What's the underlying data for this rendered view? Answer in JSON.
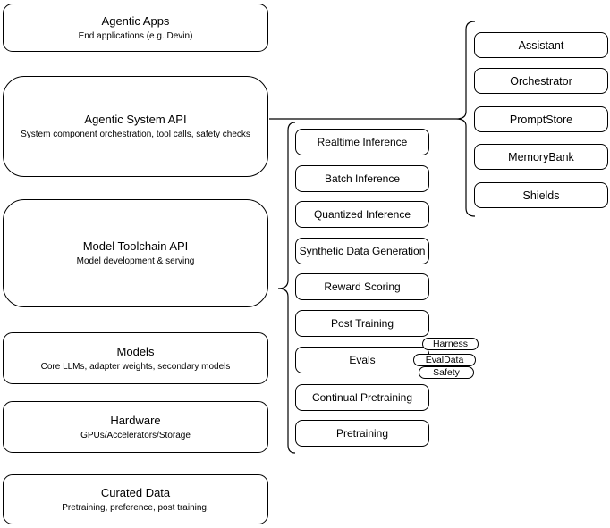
{
  "diagram": {
    "left_stack": [
      {
        "title": "Agentic Apps",
        "subtitle": "End applications (e.g. Devin)"
      },
      {
        "title": "Agentic System API",
        "subtitle": "System component orchestration, tool calls, safety checks"
      },
      {
        "title": "Model Toolchain API",
        "subtitle": "Model development & serving"
      },
      {
        "title": "Models",
        "subtitle": "Core LLMs, adapter weights, secondary models"
      },
      {
        "title": "Hardware",
        "subtitle": "GPUs/Accelerators/Storage"
      },
      {
        "title": "Curated Data",
        "subtitle": "Pretraining, preference, post training."
      }
    ],
    "toolchain_items": [
      "Realtime Inference",
      "Batch Inference",
      "Quantized Inference",
      "Synthetic Data Generation",
      "Reward Scoring",
      "Post Training",
      "Evals",
      "Continual Pretraining",
      "Pretraining"
    ],
    "evals_tags": [
      "Harness",
      "EvalData",
      "Safety"
    ],
    "system_components": [
      "Assistant",
      "Orchestrator",
      "PromptStore",
      "MemoryBank",
      "Shields"
    ],
    "colors": {
      "stroke": "#000000",
      "fill": "#ffffff",
      "text": "#000000",
      "background": "#ffffff"
    }
  }
}
